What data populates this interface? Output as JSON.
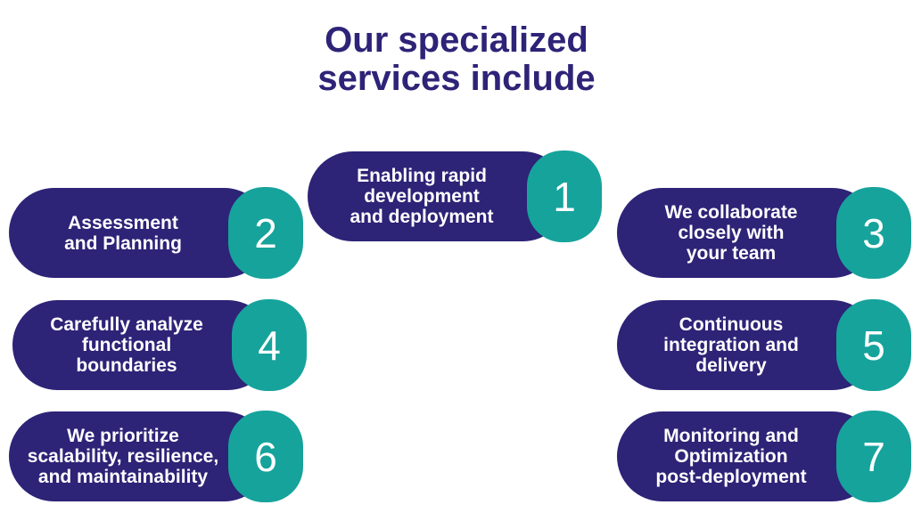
{
  "title": {
    "lines": [
      "Our specialized",
      "services include"
    ]
  },
  "colors": {
    "navy": "#2D2377",
    "teal": "#16A39C",
    "text_on_pill": "#FFFFFF",
    "background": "#FFFFFF"
  },
  "items": [
    {
      "number": "1",
      "lines": [
        "Enabling rapid",
        "development",
        "and deployment"
      ]
    },
    {
      "number": "2",
      "lines": [
        "Assessment",
        "and Planning"
      ]
    },
    {
      "number": "3",
      "lines": [
        "We collaborate",
        "closely with",
        "your team"
      ]
    },
    {
      "number": "4",
      "lines": [
        "Carefully analyze",
        "functional",
        "boundaries"
      ]
    },
    {
      "number": "5",
      "lines": [
        "Continuous",
        "integration and",
        "delivery"
      ]
    },
    {
      "number": "6",
      "lines": [
        "We prioritize",
        "scalability, resilience,",
        "and maintainability"
      ]
    },
    {
      "number": "7",
      "lines": [
        "Monitoring and",
        "Optimization",
        "post-deployment"
      ]
    }
  ]
}
